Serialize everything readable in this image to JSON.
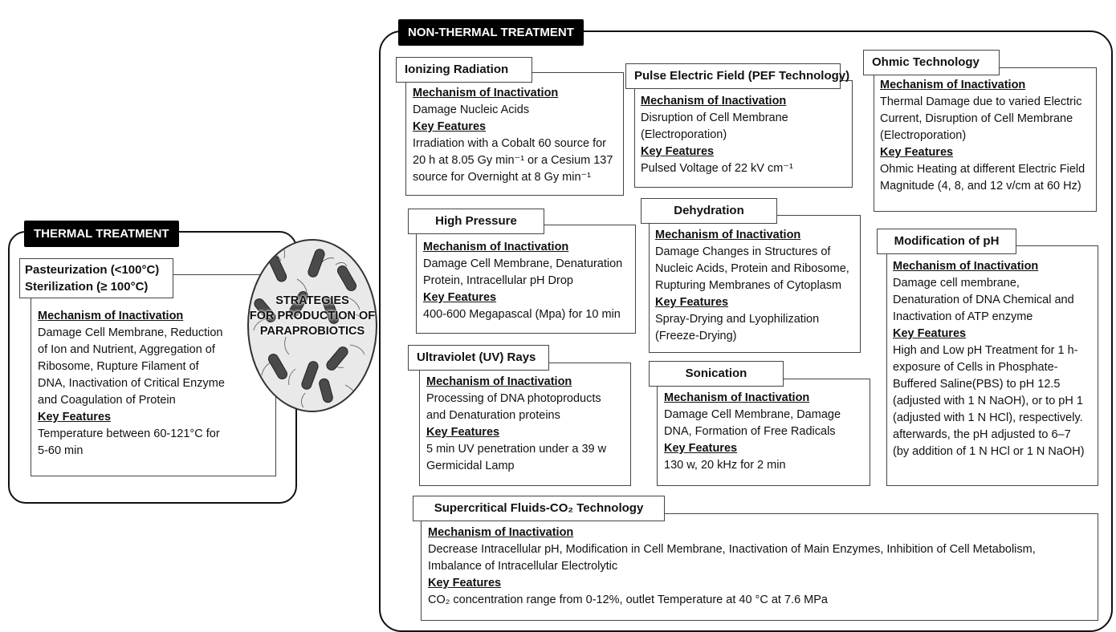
{
  "thermal": {
    "tag": "THERMAL TREATMENT",
    "title_line1": "Pasteurization (<100°C)",
    "title_line2": "Sterilization (≥ 100°C)",
    "mech_header": "Mechanism of Inactivation",
    "mech_lines": [
      "Damage Cell Membrane, Reduction",
      "of Ion and Nutrient, Aggregation of",
      "Ribosome, Rupture Filament of",
      "DNA, Inactivation of Critical Enzyme",
      "and Coagulation of Protein"
    ],
    "key_header": "Key Features",
    "key_lines": [
      "Temperature between 60-121°C for",
      "5-60 min"
    ]
  },
  "center": {
    "line1": "STRATEGIES",
    "line2": "FOR PRODUCTION OF",
    "line3": "PARAPROBIOTICS"
  },
  "nonthermal": {
    "tag": "NON-THERMAL TREATMENT",
    "ionizing": {
      "title": "Ionizing Radiation",
      "mech_header": "Mechanism of Inactivation",
      "mech_lines": [
        "Damage Nucleic Acids"
      ],
      "key_header": "Key Features",
      "key_lines": [
        "Irradiation with a Cobalt 60 source for",
        "20 h at 8.05 Gy min⁻¹ or a Cesium 137",
        "source for Overnight at 8 Gy min⁻¹"
      ]
    },
    "pef": {
      "title": "Pulse Electric Field (PEF Technology)",
      "mech_header": "Mechanism of Inactivation",
      "mech_lines": [
        "Disruption of Cell Membrane",
        "(Electroporation)"
      ],
      "key_header": "Key Features",
      "key_lines": [
        "Pulsed Voltage of 22 kV cm⁻¹"
      ]
    },
    "ohmic": {
      "title": "Ohmic Technology",
      "mech_header": "Mechanism of Inactivation",
      "mech_lines": [
        "Thermal Damage due to varied Electric",
        "Current, Disruption of Cell Membrane",
        "(Electroporation)"
      ],
      "key_header": "Key Features",
      "key_lines": [
        "Ohmic Heating at different Electric Field",
        "Magnitude (4, 8, and 12 v/cm at 60 Hz)"
      ]
    },
    "high_pressure": {
      "title": "High Pressure",
      "mech_header": "Mechanism of Inactivation",
      "mech_lines": [
        "Damage Cell Membrane, Denaturation",
        "Protein, Intracellular pH Drop"
      ],
      "key_header": "Key Features",
      "key_lines": [
        "400-600 Megapascal (Mpa) for 10 min"
      ]
    },
    "dehydration": {
      "title": "Dehydration",
      "mech_header": "Mechanism of Inactivation",
      "mech_lines": [
        "Damage Changes in Structures of",
        "Nucleic Acids, Protein and Ribosome,",
        "Rupturing Membranes of Cytoplasm"
      ],
      "key_header": "Key Features",
      "key_lines": [
        "Spray-Drying and Lyophilization",
        "(Freeze-Drying)"
      ]
    },
    "ph": {
      "title": "Modification of pH",
      "mech_header": "Mechanism of Inactivation",
      "mech_lines": [
        "Damage cell membrane,",
        "Denaturation of DNA Chemical and",
        "Inactivation of ATP enzyme"
      ],
      "key_header": "Key Features",
      "key_lines": [
        "High and Low pH Treatment for 1 h-",
        "exposure of Cells in Phosphate-",
        "Buffered Saline(PBS) to pH 12.5",
        "(adjusted with 1 N NaOH), or to pH 1",
        "(adjusted with 1 N HCl), respectively.",
        "afterwards, the pH adjusted to 6–7",
        "(by addition of 1 N HCl or 1 N NaOH)"
      ]
    },
    "uv": {
      "title": "Ultraviolet (UV) Rays",
      "mech_header": "Mechanism of Inactivation",
      "mech_lines": [
        "Processing of DNA photoproducts",
        "and Denaturation proteins"
      ],
      "key_header": "Key Features",
      "key_lines": [
        "5 min UV penetration under a 39 w",
        "Germicidal Lamp"
      ]
    },
    "sonication": {
      "title": "Sonication",
      "mech_header": "Mechanism of Inactivation",
      "mech_lines": [
        "Damage Cell Membrane, Damage",
        "DNA, Formation of Free Radicals"
      ],
      "key_header": "Key Features",
      "key_lines": [
        "130 w, 20 kHz for 2 min"
      ]
    },
    "supercritical": {
      "title": "Supercritical Fluids-CO₂ Technology",
      "mech_header": "Mechanism of Inactivation",
      "mech_lines": [
        "Decrease Intracellular pH, Modification in Cell Membrane, Inactivation of Main Enzymes, Inhibition of Cell Metabolism,",
        "Imbalance of Intracellular Electrolytic"
      ],
      "key_header": "Key Features",
      "key_lines": [
        "CO₂ concentration range from 0-12%, outlet Temperature at 40 °C at 7.6 MPa"
      ]
    }
  }
}
